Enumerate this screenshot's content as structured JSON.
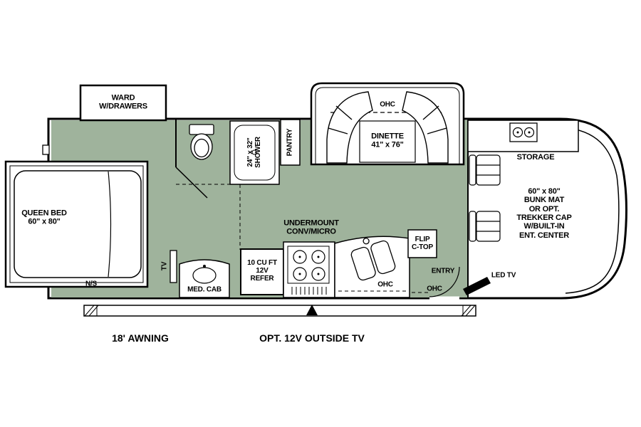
{
  "colors": {
    "floor": "#9FB39C",
    "outline": "#000000",
    "background": "#FFFFFF"
  },
  "labels": {
    "ward": "WARD\nW/DRAWERS",
    "dinette_ohc": "OHC",
    "dinette": "DINETTE\n41\" x 76\"",
    "pantry": "PANTRY",
    "shower": "24\" x 32\"\nSHOWER",
    "queen_bed": "QUEEN BED\n60\" x 80\"",
    "night_stand": "N/S",
    "bedroom_tv": "TV",
    "med_cab": "MED. CAB",
    "refer": "10 CU FT\n12V\nREFER",
    "conv_micro": "UNDERMOUNT\nCONV/MICRO",
    "kitchen_ohc": "OHC",
    "flip_ctop": "FLIP\nC-TOP",
    "entry": "ENTRY",
    "entry_ohc": "OHC",
    "storage": "STORAGE",
    "bunk": "60\" x 80\"\nBUNK MAT\nOR OPT.\nTREKKER CAP\nW/BUILT-IN\nENT. CENTER",
    "led_tv": "LED TV",
    "awning": "18' AWNING",
    "outside_tv": "OPT. 12V OUTSIDE TV"
  }
}
